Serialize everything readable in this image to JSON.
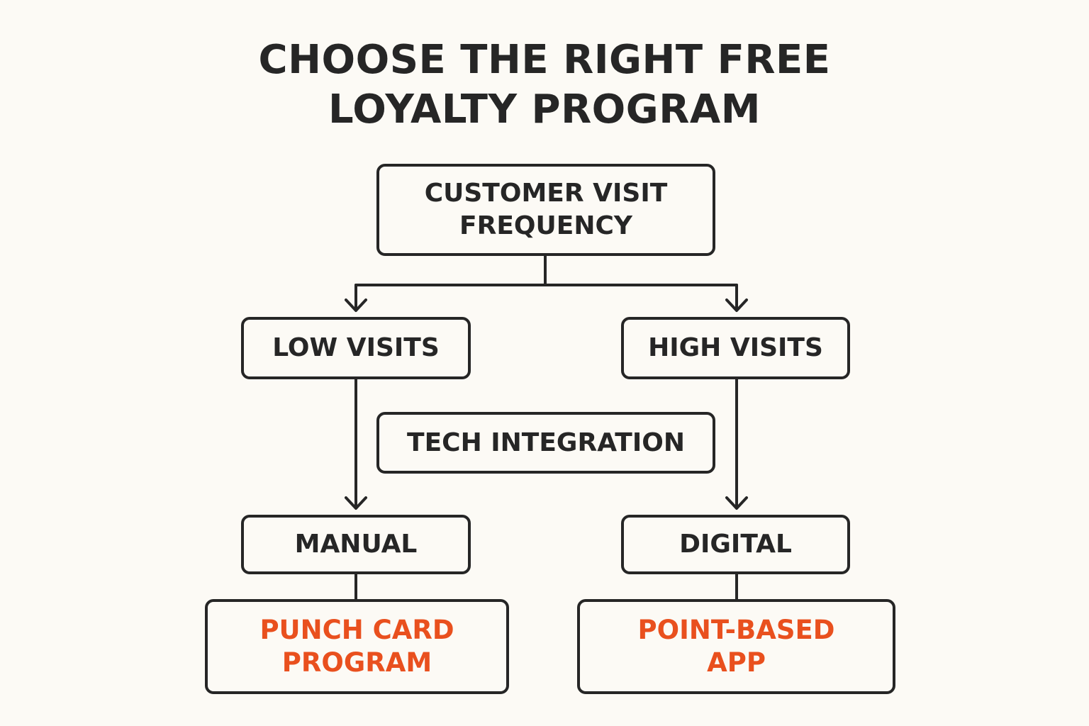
{
  "title": {
    "line1": "CHOOSE THE RIGHT FREE",
    "line2": "LOYALTY PROGRAM"
  },
  "nodes": {
    "root": {
      "line1": "CUSTOMER VISIT",
      "line2": "FREQUENCY"
    },
    "low_visits": {
      "label": "LOW VISITS"
    },
    "high_visits": {
      "label": "HIGH VISITS"
    },
    "tech_integration": {
      "label": "TECH INTEGRATION"
    },
    "manual": {
      "label": "MANUAL"
    },
    "digital": {
      "label": "DIGITAL"
    },
    "punch_card": {
      "line1": "PUNCH CARD",
      "line2": "PROGRAM"
    },
    "point_based": {
      "line1": "POINT-BASED",
      "line2": "APP"
    }
  },
  "colors": {
    "background": "#fcfaf5",
    "text": "#262626",
    "stroke": "#262626",
    "result_accent": "#e9501e"
  }
}
